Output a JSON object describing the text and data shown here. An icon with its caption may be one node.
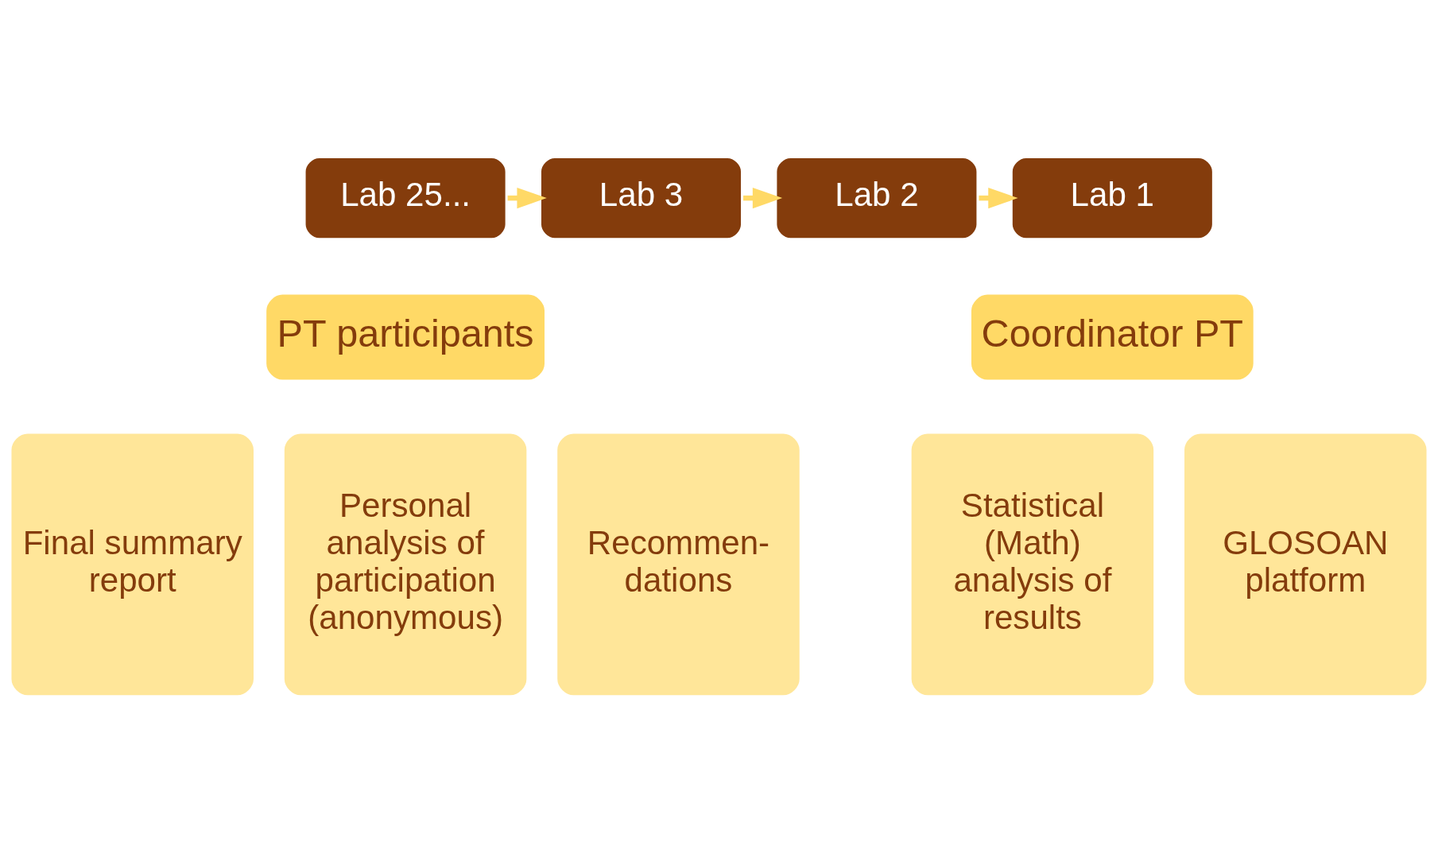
{
  "diagram": {
    "nodes": [
      {
        "text": [
          "Lab 25..."
        ]
      },
      {
        "text": [
          "Lab 3"
        ]
      },
      {
        "text": [
          "Lab 2"
        ]
      },
      {
        "text": [
          "Lab 1"
        ]
      },
      {
        "text": [
          "Coordinator PT"
        ]
      },
      {
        "text": [
          "Statistical (Math) analysis of results"
        ]
      },
      {
        "text": [
          "GLOSOAN platform"
        ]
      },
      {
        "text": [
          "PT participants"
        ]
      },
      {
        "text": [
          "Final summary report"
        ]
      },
      {
        "text": [
          "Personal analysis of participation (anonymous)"
        ]
      },
      {
        "text": [
          "Recommen- dations"
        ]
      }
    ],
    "edges": [
      {
        "from": 0,
        "to": 1,
        "arrow": "to"
      },
      {
        "from": 1,
        "to": 2,
        "arrow": "to"
      },
      {
        "from": 2,
        "to": 3,
        "arrow": "to"
      }
    ]
  }
}
